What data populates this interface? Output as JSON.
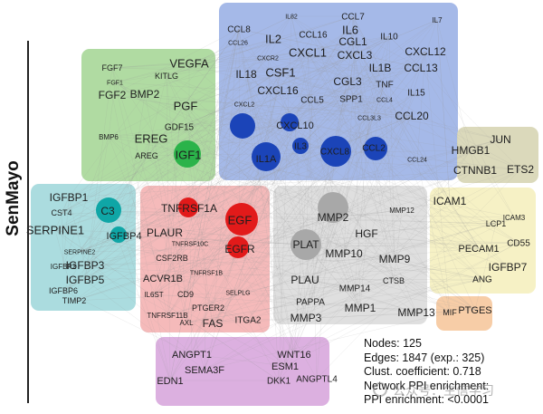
{
  "side_title": "SenMayo",
  "stats": [
    "Nodes: 125",
    "Edges: 1847 (exp.: 325)",
    "Clust. coefficient: 0.718",
    "Network PPI enrichment:",
    "PPI enrichment: <0.0001"
  ],
  "watermark": "公众号：生信学习",
  "colors": {
    "blue": "#9db3e6",
    "green": "#a9d89a",
    "teal": "#a4d9dc",
    "red": "#f4b4b4",
    "grey": "#dcdcdc",
    "olive": "#d8d6b5",
    "yellow": "#f5f0c0",
    "orange": "#f6c9a0",
    "purple": "#d9a9dd"
  },
  "clusters": [
    {
      "name": "blue",
      "color": "#9db3e6",
      "nodes": [
        {
          "label": "CCL8",
          "size": 10
        },
        {
          "label": "IL82",
          "size": 7
        },
        {
          "label": "CCL7",
          "size": 10
        },
        {
          "label": "IL7",
          "size": 8
        },
        {
          "label": "CCL26",
          "size": 7
        },
        {
          "label": "IL2",
          "size": 13
        },
        {
          "label": "CCL16",
          "size": 10
        },
        {
          "label": "IL6",
          "size": 13
        },
        {
          "label": "CGL1",
          "size": 12
        },
        {
          "label": "IL10",
          "size": 10
        },
        {
          "label": "CXCL12",
          "size": 12
        },
        {
          "label": "CXCR2",
          "size": 7
        },
        {
          "label": "CXCL1",
          "size": 13
        },
        {
          "label": "CXCL3",
          "size": 12
        },
        {
          "label": "IL18",
          "size": 12
        },
        {
          "label": "CSF1",
          "size": 13
        },
        {
          "label": "IL1B",
          "size": 12
        },
        {
          "label": "CCL13",
          "size": 12
        },
        {
          "label": "TNF",
          "size": 10
        },
        {
          "label": "CGL3",
          "size": 12
        },
        {
          "label": "CXCL16",
          "size": 12
        },
        {
          "label": "IL15",
          "size": 10
        },
        {
          "label": "SPP1",
          "size": 10
        },
        {
          "label": "CCL4",
          "size": 7
        },
        {
          "label": "CXCL2",
          "size": 7
        },
        {
          "label": "CCL5",
          "size": 10
        },
        {
          "label": "CCL20",
          "size": 12
        },
        {
          "label": "CCL3L3",
          "size": 7
        },
        {
          "label": "CXCL10",
          "size": 11
        },
        {
          "label": "IL1A",
          "size": 11
        },
        {
          "label": "IL3",
          "size": 10
        },
        {
          "label": "CXCL8",
          "size": 10
        },
        {
          "label": "CCL2",
          "size": 10
        },
        {
          "label": "CCL24",
          "size": 7
        }
      ]
    },
    {
      "name": "green",
      "color": "#a9d89a",
      "nodes": [
        {
          "label": "FGF7",
          "size": 9
        },
        {
          "label": "VEGFA",
          "size": 13
        },
        {
          "label": "KITLG",
          "size": 9
        },
        {
          "label": "FGF1",
          "size": 7
        },
        {
          "label": "FGF2",
          "size": 12
        },
        {
          "label": "BMP2",
          "size": 12
        },
        {
          "label": "PGF",
          "size": 13
        },
        {
          "label": "GDF15",
          "size": 10
        },
        {
          "label": "BMP6",
          "size": 8
        },
        {
          "label": "EREG",
          "size": 13
        },
        {
          "label": "AREG",
          "size": 9
        },
        {
          "label": "IGF1",
          "size": 13
        }
      ]
    },
    {
      "name": "teal",
      "color": "#a4d9dc",
      "nodes": [
        {
          "label": "IGFBP1",
          "size": 12
        },
        {
          "label": "CST4",
          "size": 9
        },
        {
          "label": "C3",
          "size": 12
        },
        {
          "label": "SERPINE1",
          "size": 13
        },
        {
          "label": "IGFBP4",
          "size": 11
        },
        {
          "label": "SERPINE2",
          "size": 7
        },
        {
          "label": "IGFBP3",
          "size": 12
        },
        {
          "label": "IGFBP2",
          "size": 8
        },
        {
          "label": "IGFBP5",
          "size": 12
        },
        {
          "label": "IGFBP6",
          "size": 9
        },
        {
          "label": "TIMP2",
          "size": 9
        }
      ]
    },
    {
      "name": "red",
      "color": "#f4b4b4",
      "nodes": [
        {
          "label": "TNFRSF1A",
          "size": 12
        },
        {
          "label": "EGF",
          "size": 13
        },
        {
          "label": "PLAUR",
          "size": 12
        },
        {
          "label": "TNFRSF10C",
          "size": 7
        },
        {
          "label": "EGFR",
          "size": 12
        },
        {
          "label": "CSF2RB",
          "size": 9
        },
        {
          "label": "ACVR1B",
          "size": 11
        },
        {
          "label": "TNFRSF1B",
          "size": 7
        },
        {
          "label": "IL6ST",
          "size": 8
        },
        {
          "label": "CD9",
          "size": 9
        },
        {
          "label": "SELPLG",
          "size": 7
        },
        {
          "label": "PTGER2",
          "size": 9
        },
        {
          "label": "TNFRSF11B",
          "size": 8
        },
        {
          "label": "AXL",
          "size": 8
        },
        {
          "label": "FAS",
          "size": 12
        },
        {
          "label": "ITGA2",
          "size": 10
        }
      ]
    },
    {
      "name": "grey",
      "color": "#dcdcdc",
      "nodes": [
        {
          "label": "MMP12",
          "size": 8
        },
        {
          "label": "MMP2",
          "size": 12
        },
        {
          "label": "HGF",
          "size": 12
        },
        {
          "label": "PLAT",
          "size": 12
        },
        {
          "label": "MMP10",
          "size": 12
        },
        {
          "label": "MMP9",
          "size": 12
        },
        {
          "label": "PLAU",
          "size": 12
        },
        {
          "label": "CTSB",
          "size": 9
        },
        {
          "label": "PAPPA",
          "size": 10
        },
        {
          "label": "MMP14",
          "size": 10
        },
        {
          "label": "MMP1",
          "size": 12
        },
        {
          "label": "MMP3",
          "size": 12
        },
        {
          "label": "MMP13",
          "size": 12
        }
      ]
    },
    {
      "name": "olive",
      "color": "#d8d6b5",
      "nodes": [
        {
          "label": "JUN",
          "size": 12
        },
        {
          "label": "HMGB1",
          "size": 12
        },
        {
          "label": "CTNNB1",
          "size": 12
        },
        {
          "label": "ETS2",
          "size": 12
        }
      ]
    },
    {
      "name": "yellow",
      "color": "#f5f0c0",
      "nodes": [
        {
          "label": "ICAM1",
          "size": 12
        },
        {
          "label": "LCP1",
          "size": 9
        },
        {
          "label": "ICAM3",
          "size": 8
        },
        {
          "label": "PECAM1",
          "size": 11
        },
        {
          "label": "CD55",
          "size": 10
        },
        {
          "label": "IGFBP7",
          "size": 12
        },
        {
          "label": "ANG",
          "size": 10
        }
      ]
    },
    {
      "name": "orange",
      "color": "#f6c9a0",
      "nodes": [
        {
          "label": "MIF",
          "size": 9
        },
        {
          "label": "PTGES",
          "size": 11
        }
      ]
    },
    {
      "name": "purple",
      "color": "#d9a9dd",
      "nodes": [
        {
          "label": "ANGPT1",
          "size": 11
        },
        {
          "label": "WNT16",
          "size": 11
        },
        {
          "label": "SEMA3F",
          "size": 11
        },
        {
          "label": "ESM1",
          "size": 11
        },
        {
          "label": "EDN1",
          "size": 11
        },
        {
          "label": "DKK1",
          "size": 10
        },
        {
          "label": "ANGPTL4",
          "size": 10
        }
      ]
    }
  ]
}
